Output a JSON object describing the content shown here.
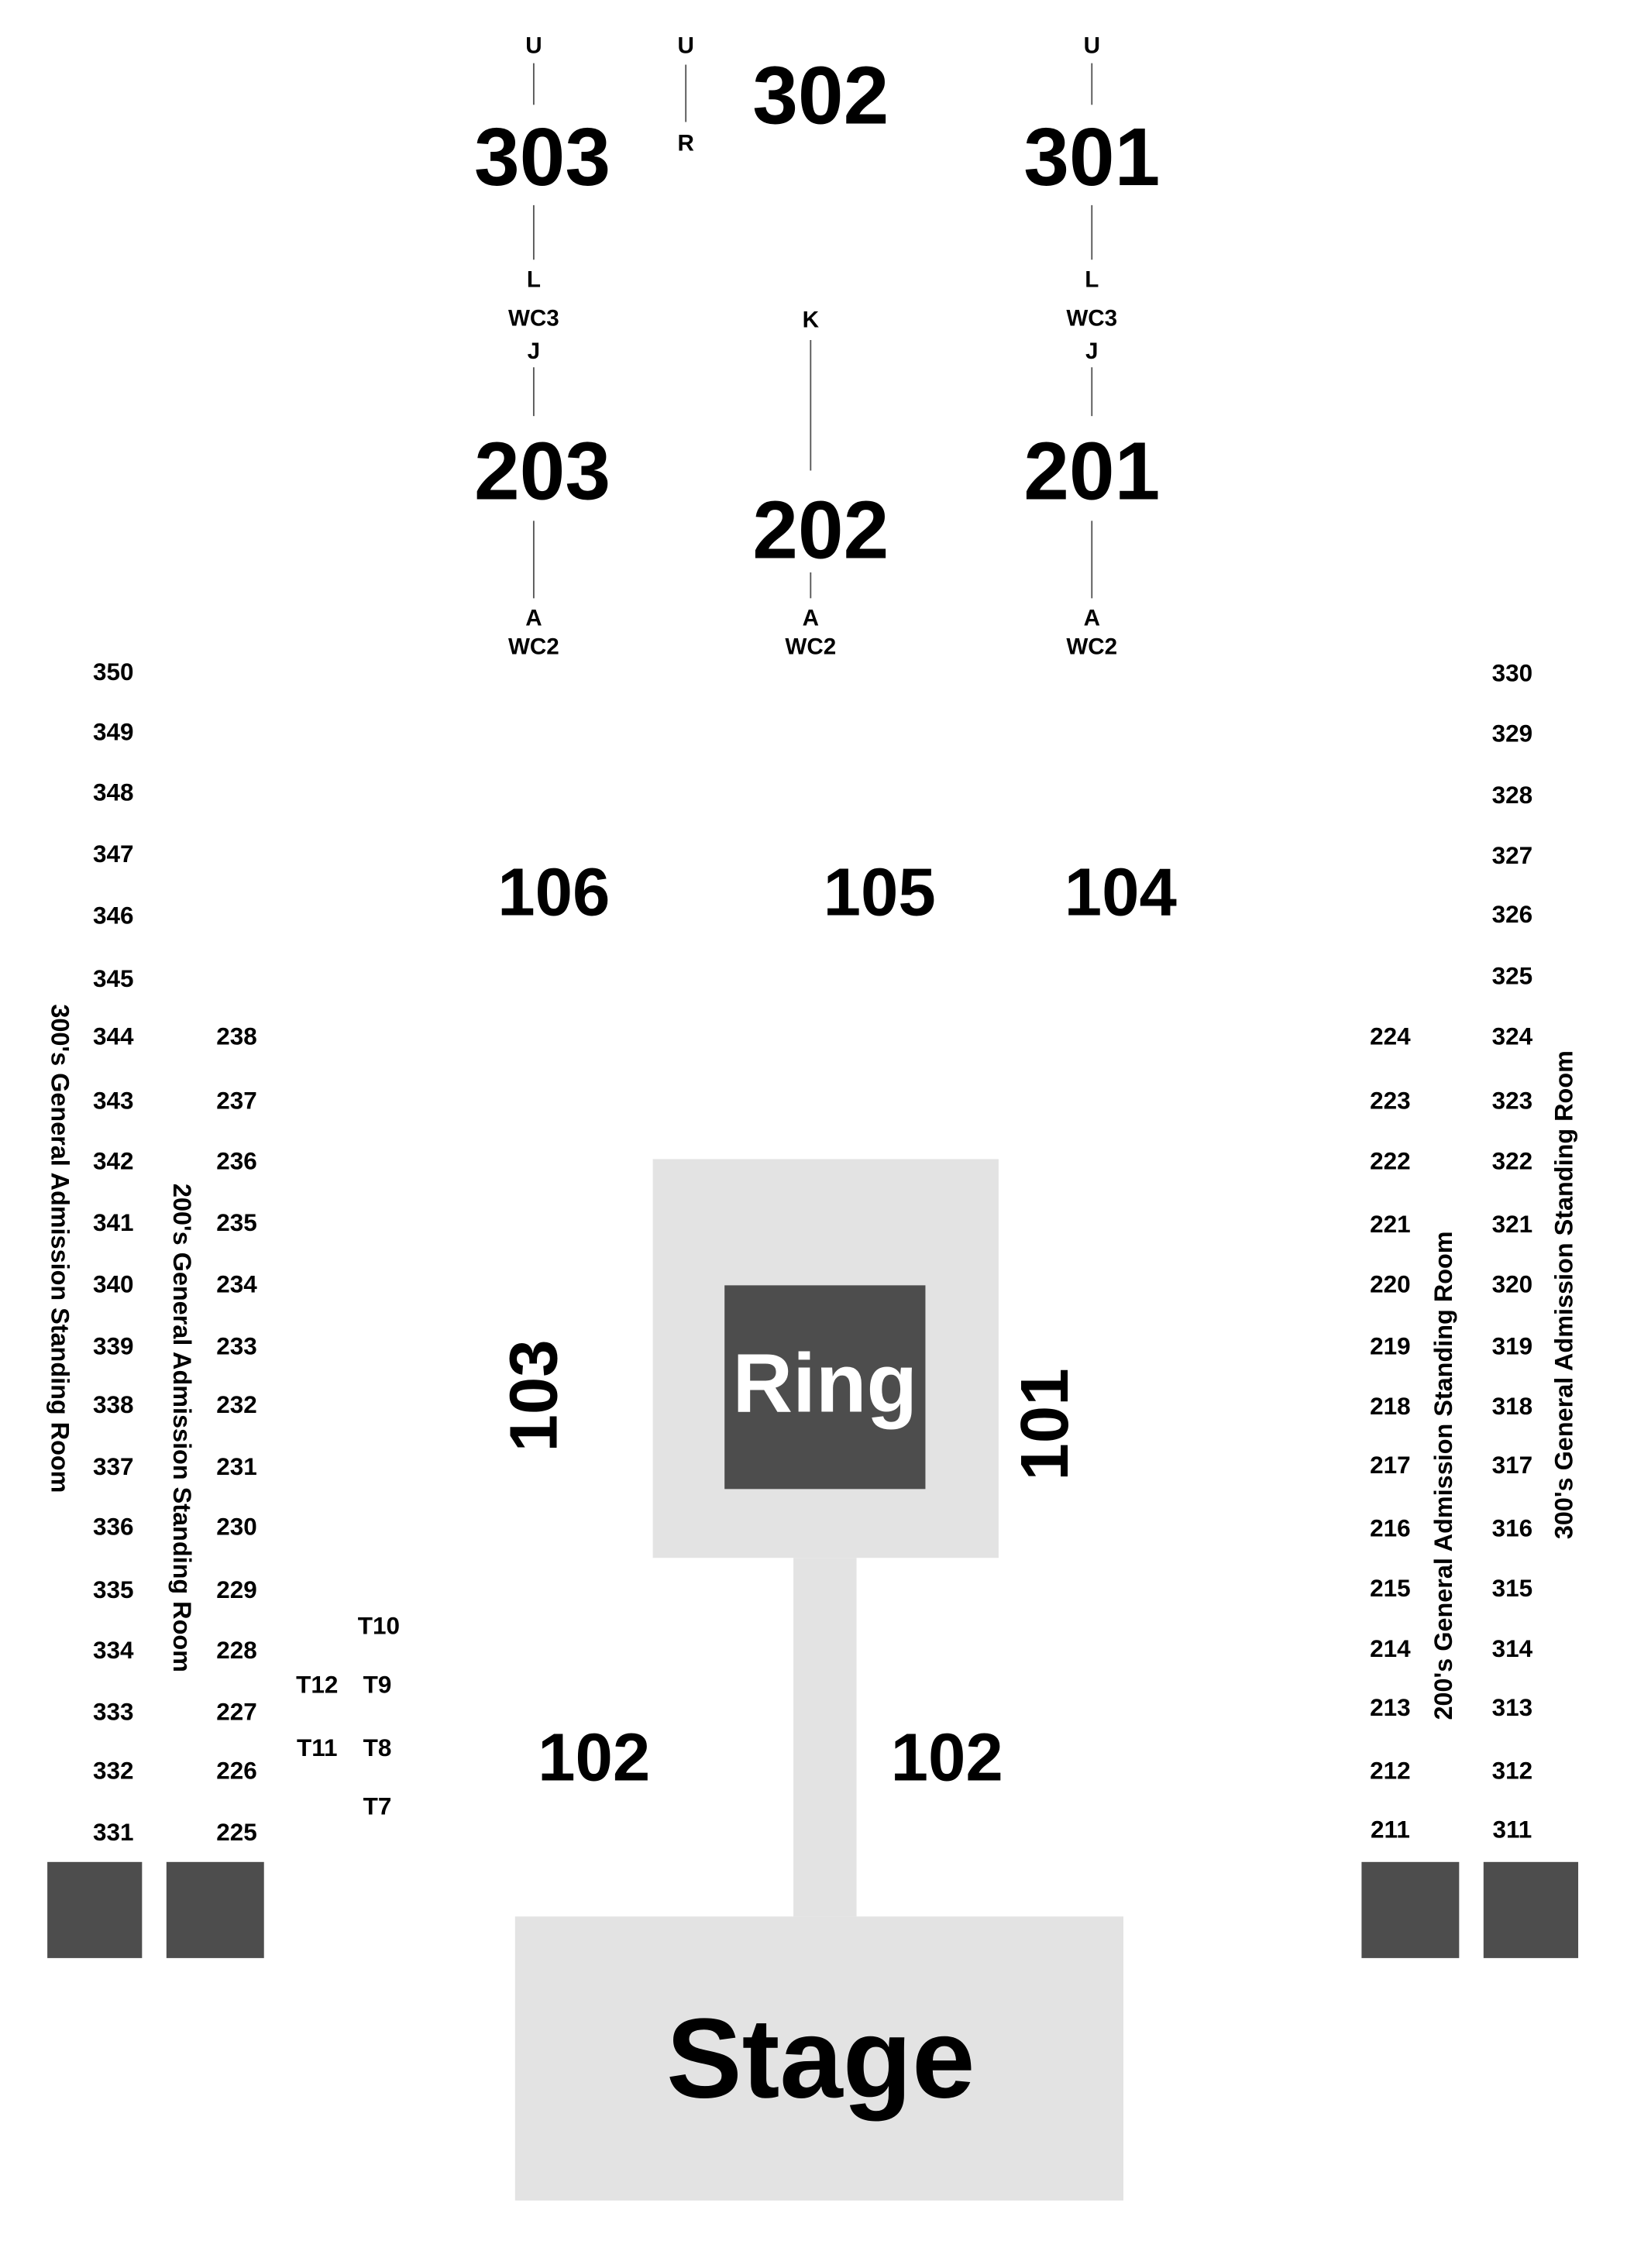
{
  "colors": {
    "floor_gray": "#e3e3e3",
    "ring_dark": "#4d4d4d",
    "ring_text": "#ffffff",
    "text": "#000000",
    "line": "#555555"
  },
  "upper_sections": {
    "s303": "303",
    "s302": "302",
    "s301": "301",
    "s203": "203",
    "s202": "202",
    "s201": "201"
  },
  "row_labels": {
    "s303_top": "U",
    "s303_bottom": "L",
    "s303_wc": "WC3",
    "s302_top": "U",
    "s302_bottom": "R",
    "s301_top": "U",
    "s301_bottom": "L",
    "s301_wc": "WC3",
    "s203_top": "J",
    "s203_bottom": "A",
    "s203_wc": "WC2",
    "s202_top": "K",
    "s202_bottom": "A",
    "s202_wc": "WC2",
    "s201_top": "J",
    "s201_bottom": "A",
    "s201_wc": "WC2"
  },
  "floor_sections": {
    "s106": "106",
    "s105": "105",
    "s104": "104",
    "s103": "103",
    "s101": "101",
    "s102_left": "102",
    "s102_right": "102"
  },
  "features": {
    "ring": "Ring",
    "stage": "Stage"
  },
  "standing_room": {
    "left_300": "300's General Admission Standing Room",
    "left_200": "200's General Admission Standing Room",
    "right_200": "200's General Admission Standing Room",
    "right_300": "300's General Admission Standing Room"
  },
  "columns": {
    "left_300": [
      "350",
      "349",
      "348",
      "347",
      "346",
      "345",
      "344",
      "343",
      "342",
      "341",
      "340",
      "339",
      "338",
      "337",
      "336",
      "335",
      "334",
      "333",
      "332",
      "331"
    ],
    "left_200": [
      "238",
      "237",
      "236",
      "235",
      "234",
      "233",
      "232",
      "231",
      "230",
      "229",
      "228",
      "227",
      "226",
      "225"
    ],
    "right_200": [
      "224",
      "223",
      "222",
      "221",
      "220",
      "219",
      "218",
      "217",
      "216",
      "215",
      "214",
      "213",
      "212",
      "211"
    ],
    "right_300": [
      "330",
      "329",
      "328",
      "327",
      "326",
      "325",
      "324",
      "323",
      "322",
      "321",
      "320",
      "319",
      "318",
      "317",
      "316",
      "315",
      "314",
      "313",
      "312",
      "311"
    ]
  },
  "tables": {
    "t10": "T10",
    "t12": "T12",
    "t9": "T9",
    "t11": "T11",
    "t8": "T8",
    "t7": "T7"
  }
}
